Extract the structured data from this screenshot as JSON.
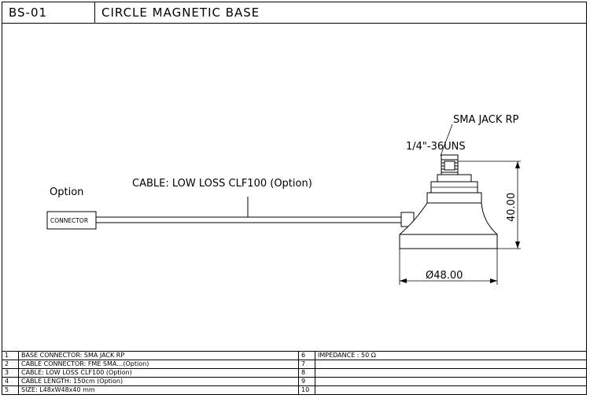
{
  "title": {
    "code": "BS-01",
    "name": "CIRCLE MAGNETIC BASE"
  },
  "drawing": {
    "label_connector_option": "Option",
    "label_connector": "CONNECTOR",
    "label_cable": "CABLE: LOW LOSS CLF100 (Option)",
    "label_sma": "SMA JACK RP",
    "label_thread": "1/4\"-36UNS",
    "dim_height": "40.00",
    "dim_diameter": "Ø48.00"
  },
  "specs": {
    "left": [
      {
        "num": "1",
        "text": "BASE CONNECTOR: SMA JACK RP"
      },
      {
        "num": "2",
        "text": "CABLE CONNECTOR: FME SMA…(Option)"
      },
      {
        "num": "3",
        "text": "CABLE: LOW LOSS CLF100 (Option)"
      },
      {
        "num": "4",
        "text": "CABLE LENGTH: 150cm (Option)"
      },
      {
        "num": "5",
        "text": "SIZE: L48xW48x40 mm"
      }
    ],
    "right": [
      {
        "num": "6",
        "text": "IMPEDANCE : 50 Ω"
      },
      {
        "num": "7",
        "text": ""
      },
      {
        "num": "8",
        "text": ""
      },
      {
        "num": "9",
        "text": ""
      },
      {
        "num": "10",
        "text": ""
      }
    ]
  }
}
